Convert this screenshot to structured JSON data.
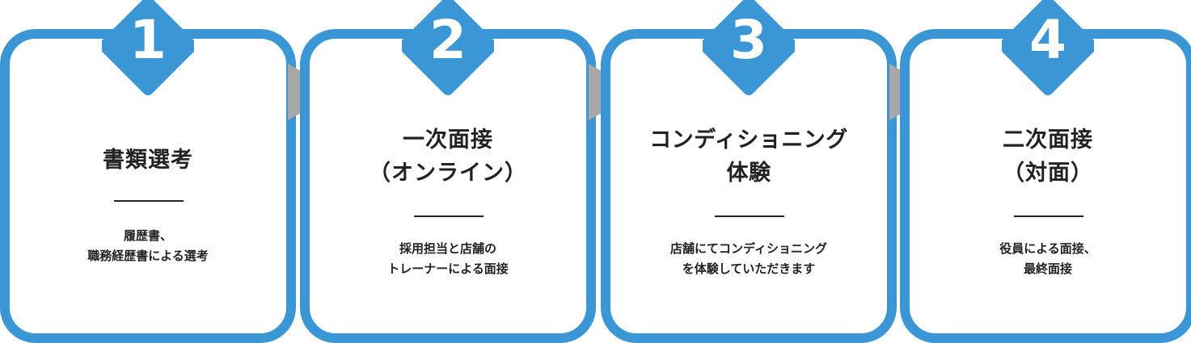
{
  "colors": {
    "accent": "#3b96d6",
    "arrow": "#a8a8a8",
    "text": "#222222"
  },
  "steps": [
    {
      "number": "1",
      "title_lines": [
        "書類選考"
      ],
      "desc_lines": [
        "履歴書、",
        "職務経歴書による選考"
      ]
    },
    {
      "number": "2",
      "title_lines": [
        "一次面接",
        "（オンライン）"
      ],
      "desc_lines": [
        "採用担当と店舗の",
        "トレーナーによる面接"
      ]
    },
    {
      "number": "3",
      "title_lines": [
        "コンディショニング",
        "体験"
      ],
      "desc_lines": [
        "店舗にてコンディショニング",
        "を体験していただきます"
      ]
    },
    {
      "number": "4",
      "title_lines": [
        "二次面接",
        "（対面）"
      ],
      "desc_lines": [
        "役員による面接、",
        "最終面接"
      ]
    }
  ]
}
